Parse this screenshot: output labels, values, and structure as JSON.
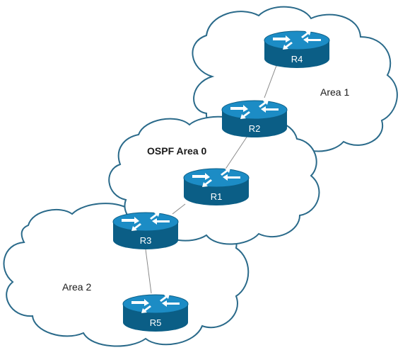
{
  "areas": {
    "area1": "Area 1",
    "area0": "OSPF Area 0",
    "area2": "Area 2"
  },
  "routers": {
    "r1": "R1",
    "r2": "R2",
    "r3": "R3",
    "r4": "R4",
    "r5": "R5"
  },
  "links": [
    [
      "r4",
      "r2"
    ],
    [
      "r2",
      "r1"
    ],
    [
      "r1",
      "r3"
    ],
    [
      "r3",
      "r5"
    ]
  ],
  "colors": {
    "cloud_stroke": "#2a6a8a",
    "router_body": "#0f74a5",
    "router_top": "#1c8cc5",
    "router_dark": "#0b5e86",
    "link": "#8a8a8a"
  }
}
